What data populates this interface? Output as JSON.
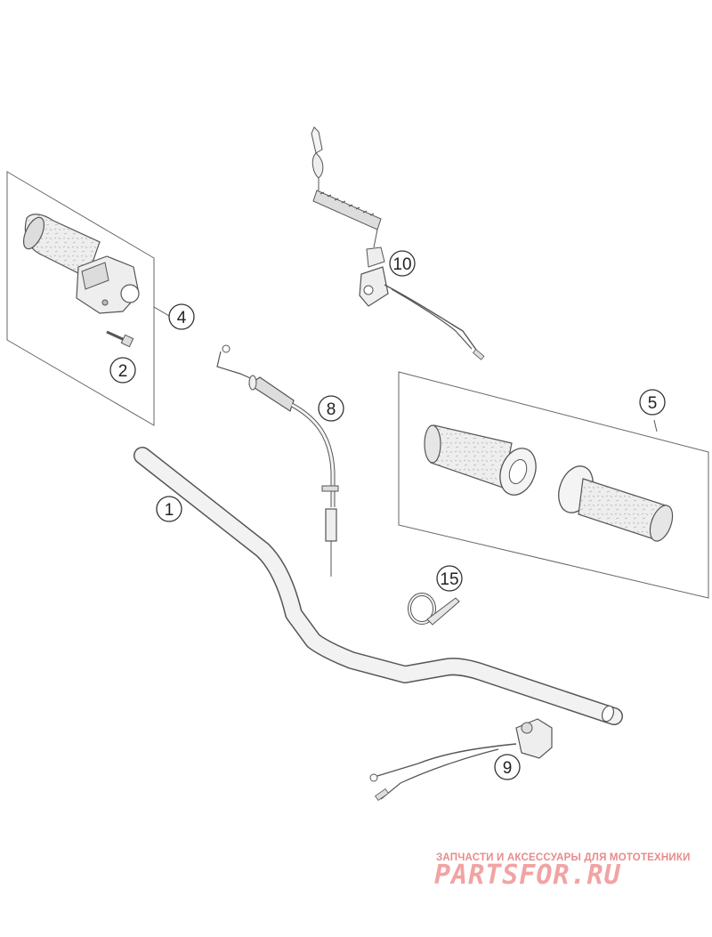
{
  "callouts": {
    "c1": "1",
    "c2": "2",
    "c4": "4",
    "c5": "5",
    "c8": "8",
    "c9": "9",
    "c10": "10",
    "c15": "15"
  },
  "watermark": {
    "tagline": "ЗАПЧАСТИ И АКСЕССУАРЫ ДЛЯ МОТОТЕХНИКИ",
    "brand": "PARTSFOR.RU"
  },
  "colors": {
    "line": "#555555",
    "part_fill": "#eeeeee",
    "watermark": "#f2a3a3"
  }
}
